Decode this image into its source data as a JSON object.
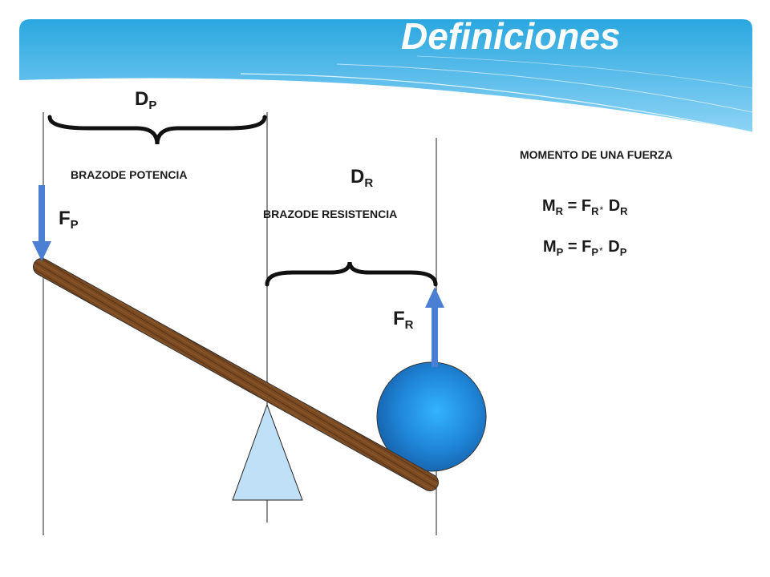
{
  "slide": {
    "title": "Definiciones"
  },
  "labels": {
    "dp": {
      "main": "D",
      "sub": "P"
    },
    "dr": {
      "main": "D",
      "sub": "R"
    },
    "fp": {
      "main": "F",
      "sub": "P"
    },
    "fr": {
      "main": "F",
      "sub": "R"
    },
    "brazo_potencia": "BRAZODE POTENCIA",
    "brazo_resistencia": "BRAZODE RESISTENCIA",
    "momento": "MOMENTO DE UNA FUERZA"
  },
  "formulas": {
    "mr": {
      "m": "M",
      "ms": "R",
      "eq": " = ",
      "f": "F",
      "fs": "R",
      "op": "*",
      "d": " D",
      "ds": "R"
    },
    "mp": {
      "m": "M",
      "ms": "P",
      "eq": " = ",
      "f": "F",
      "fs": "P",
      "op": "*",
      "d": " D",
      "ds": "P"
    }
  },
  "colors": {
    "banner": "#29a8e0",
    "arrow": "#4a7fd4",
    "lever": "#7a4a22",
    "fulcrum": "#bfe0f7",
    "ball": "#1f84d6"
  }
}
